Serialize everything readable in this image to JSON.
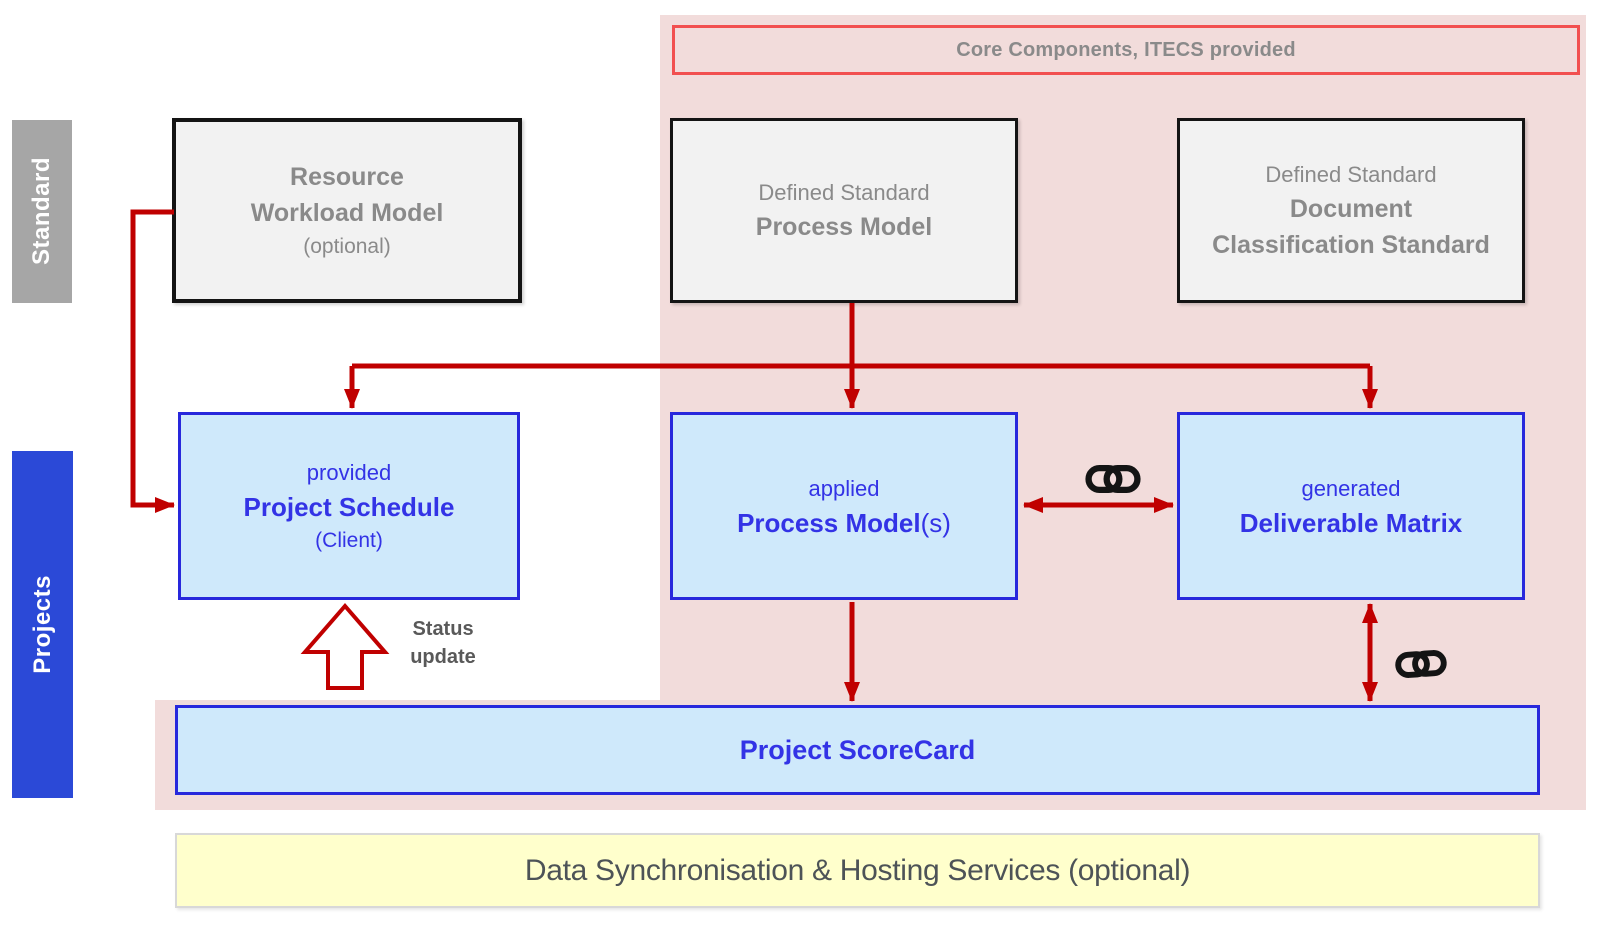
{
  "colors": {
    "pink_bg": "#f2dcdb",
    "label_border": "#f25050",
    "arrow_red": "#c00000",
    "gray_box_fill": "#f2f2f2",
    "gray_box_border": "#141414",
    "gray_text": "#8a8a8a",
    "blue_box_fill": "#cfe9fb",
    "blue_box_border": "#2828dc",
    "blue_text": "#3333e6",
    "sidebar_gray": "#a6a6a6",
    "sidebar_blue": "#2b49d7",
    "yellow_fill": "#ffffcc",
    "dark_text": "#4d5357",
    "status_text": "#595959",
    "icon_black": "#141414"
  },
  "legend": {
    "core_label": "Core Components, ITECS provided"
  },
  "sidebar": {
    "standard": "Standard",
    "projects": "Projects"
  },
  "standard_row": {
    "resource_workload": {
      "title1": "Resource",
      "title2": "Workload Model",
      "subtitle": "(optional)"
    },
    "process_model": {
      "pre": "Defined Standard",
      "title": "Process Model"
    },
    "doc_classification": {
      "pre": "Defined Standard",
      "title1": "Document",
      "title2": "Classification Standard"
    }
  },
  "projects_row": {
    "project_schedule": {
      "pre": "provided",
      "title": "Project Schedule",
      "subtitle": "(Client)"
    },
    "applied_process_model": {
      "pre": "applied",
      "title_bold": "Process Model",
      "title_normal": "(s)"
    },
    "deliverable_matrix": {
      "pre": "generated",
      "title": "Deliverable Matrix"
    },
    "scorecard": {
      "title": "Project ScoreCard"
    }
  },
  "footer": {
    "hosting": "Data Synchronisation & Hosting Services (optional)"
  },
  "annotations": {
    "status_line1": "Status",
    "status_line2": "update"
  }
}
